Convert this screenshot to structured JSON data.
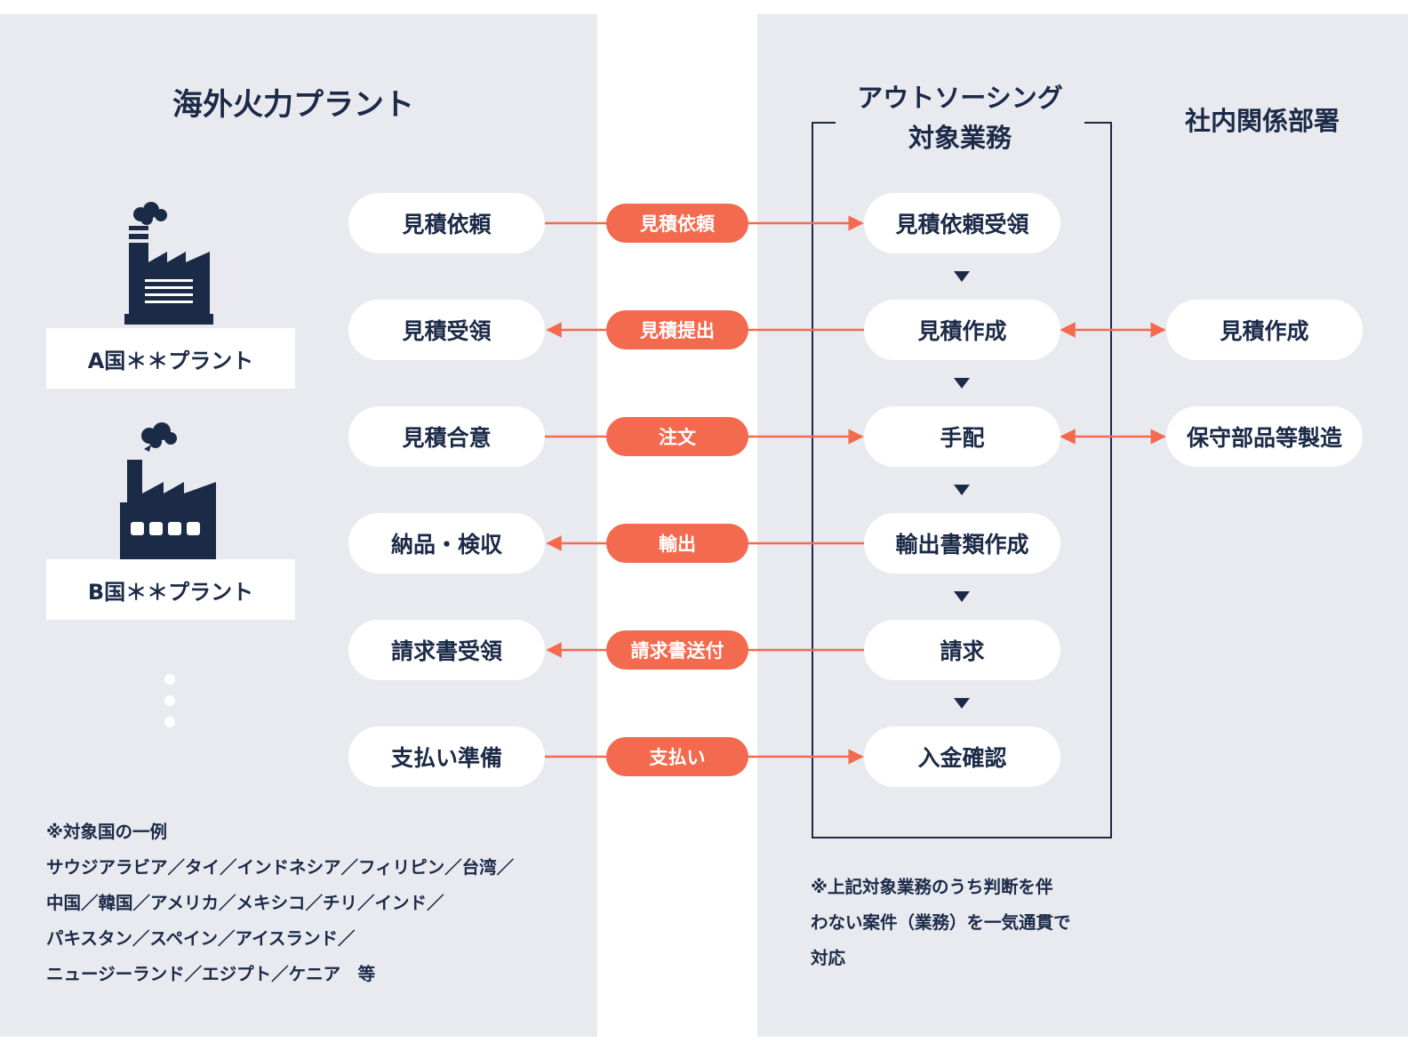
{
  "colors": {
    "navy": "#1b2a47",
    "accent": "#f36a4e",
    "panel": "#e8eaf0",
    "card": "#ffffff"
  },
  "titles": {
    "left": "海外火力プラント",
    "outsource_line1": "アウトソーシング",
    "outsource_line2": "対象業務",
    "dept": "社内関係部署"
  },
  "plants": [
    {
      "label": "A国＊＊プラント",
      "icon": "factory-icon"
    },
    {
      "label": "B国＊＊プラント",
      "icon": "factory-icon"
    }
  ],
  "rows": [
    {
      "plant_step": "見積依頼",
      "tag": "見積依頼",
      "outsourced": "見積依頼受領",
      "dept": "",
      "direction": "right"
    },
    {
      "plant_step": "見積受領",
      "tag": "見積提出",
      "outsourced": "見積作成",
      "dept": "見積作成",
      "direction": "left"
    },
    {
      "plant_step": "見積合意",
      "tag": "注文",
      "outsourced": "手配",
      "dept": "保守部品等製造",
      "direction": "right"
    },
    {
      "plant_step": "納品・検収",
      "tag": "輸出",
      "outsourced": "輸出書類作成",
      "dept": "",
      "direction": "left"
    },
    {
      "plant_step": "請求書受領",
      "tag": "請求書送付",
      "outsourced": "請求",
      "dept": "",
      "direction": "left"
    },
    {
      "plant_step": "支払い準備",
      "tag": "支払い",
      "outsourced": "入金確認",
      "dept": "",
      "direction": "right"
    }
  ],
  "notes": {
    "left": [
      "※対象国の一例",
      "サウジアラビア／タイ／インドネシア／フィリピン／台湾／",
      "中国／韓国／アメリカ／メキシコ／チリ／インド／",
      "パキスタン／スペイン／アイスランド／",
      "ニュージーランド／エジプト／ケニア　等"
    ],
    "right": [
      "※上記対象業務のうち判断を伴",
      "わない案件（業務）を一気通貫で",
      "対応"
    ]
  }
}
